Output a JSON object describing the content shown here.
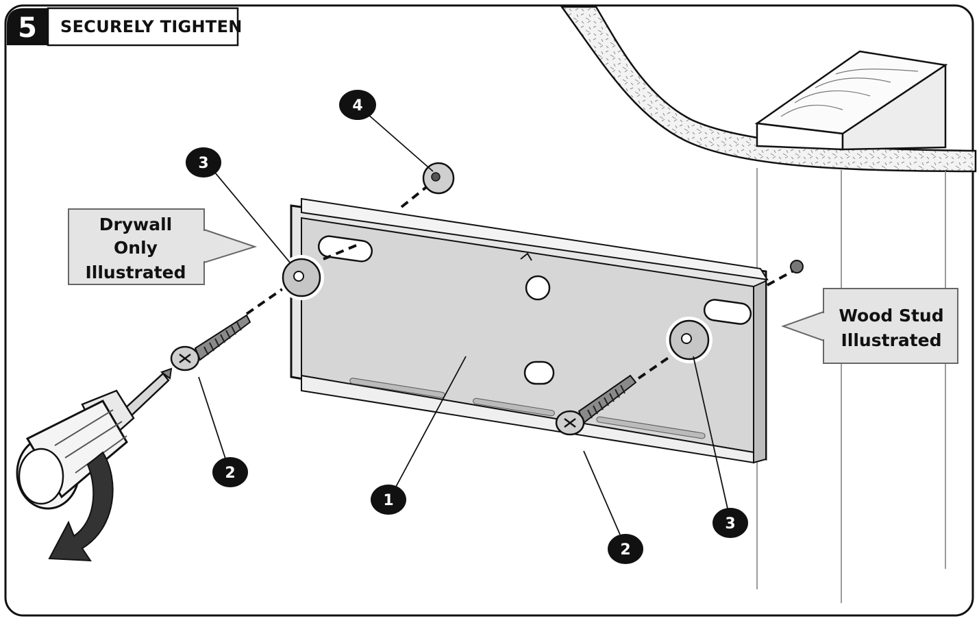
{
  "step": {
    "number": "5",
    "title": "SECURELY TIGHTEN"
  },
  "callouts": {
    "drywall": {
      "lines": [
        "Drywall",
        "Only",
        "Illustrated"
      ]
    },
    "wood_stud": {
      "lines": [
        "Wood Stud",
        "Illustrated"
      ]
    }
  },
  "part_labels": {
    "bracket": "1",
    "screw_left": "2",
    "screw_right": "2",
    "washer_left": "3",
    "washer_right": "3",
    "anchor_cap": "4"
  },
  "colors": {
    "ink": "#111111",
    "bracket_fill": "#d6d6d6",
    "callout_fill": "#e4e4e4",
    "drywall_fill": "#f1f1f1",
    "wood_fill": "#f7f7f7"
  }
}
